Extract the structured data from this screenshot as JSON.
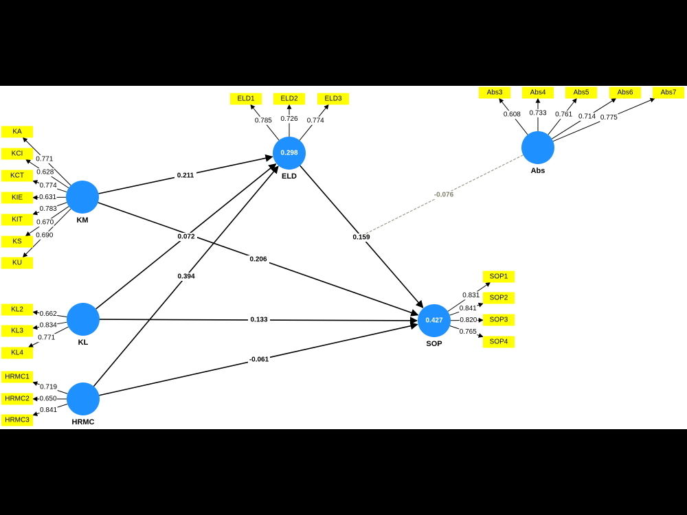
{
  "constructs": [
    {
      "id": "KM",
      "name": "KM",
      "r2": ""
    },
    {
      "id": "KL",
      "name": "KL",
      "r2": ""
    },
    {
      "id": "HRMC",
      "name": "HRMC",
      "r2": ""
    },
    {
      "id": "ELD",
      "name": "ELD",
      "r2": "0.298"
    },
    {
      "id": "SOP",
      "name": "SOP",
      "r2": "0.427"
    },
    {
      "id": "Abs",
      "name": "Abs",
      "r2": ""
    }
  ],
  "indicators": [
    {
      "construct": "KM",
      "name": "KA",
      "loading": "0.771"
    },
    {
      "construct": "KM",
      "name": "KCI",
      "loading": "0.628"
    },
    {
      "construct": "KM",
      "name": "KCT",
      "loading": "0.774"
    },
    {
      "construct": "KM",
      "name": "KIE",
      "loading": "0.631"
    },
    {
      "construct": "KM",
      "name": "KIT",
      "loading": "0.783"
    },
    {
      "construct": "KM",
      "name": "KS",
      "loading": "0.670"
    },
    {
      "construct": "KM",
      "name": "KU",
      "loading": "0.690"
    },
    {
      "construct": "KL",
      "name": "KL2",
      "loading": "0.662"
    },
    {
      "construct": "KL",
      "name": "KL3",
      "loading": "0.834"
    },
    {
      "construct": "KL",
      "name": "KL4",
      "loading": "0.771"
    },
    {
      "construct": "HRMC",
      "name": "HRMC1",
      "loading": "0.719"
    },
    {
      "construct": "HRMC",
      "name": "HRMC2",
      "loading": "0.650"
    },
    {
      "construct": "HRMC",
      "name": "HRMC3",
      "loading": "0.841"
    },
    {
      "construct": "ELD",
      "name": "ELD1",
      "loading": "0.785"
    },
    {
      "construct": "ELD",
      "name": "ELD2",
      "loading": "0.726"
    },
    {
      "construct": "ELD",
      "name": "ELD3",
      "loading": "0.774"
    },
    {
      "construct": "Abs",
      "name": "Abs3",
      "loading": "0.608"
    },
    {
      "construct": "Abs",
      "name": "Abs4",
      "loading": "0.733"
    },
    {
      "construct": "Abs",
      "name": "Abs5",
      "loading": "0.761"
    },
    {
      "construct": "Abs",
      "name": "Abs6",
      "loading": "0.714"
    },
    {
      "construct": "Abs",
      "name": "Abs7",
      "loading": "0.775"
    },
    {
      "construct": "SOP",
      "name": "SOP1",
      "loading": "0.831"
    },
    {
      "construct": "SOP",
      "name": "SOP2",
      "loading": "0.841"
    },
    {
      "construct": "SOP",
      "name": "SOP3",
      "loading": "0.820"
    },
    {
      "construct": "SOP",
      "name": "SOP4",
      "loading": "0.765"
    }
  ],
  "paths": [
    {
      "from": "KM",
      "to": "ELD",
      "coef": "0.211"
    },
    {
      "from": "KM",
      "to": "SOP",
      "coef": "0.206"
    },
    {
      "from": "KL",
      "to": "ELD",
      "coef": "0.072"
    },
    {
      "from": "KL",
      "to": "SOP",
      "coef": "0.133"
    },
    {
      "from": "HRMC",
      "to": "ELD",
      "coef": "0.394"
    },
    {
      "from": "HRMC",
      "to": "SOP",
      "coef": "-0.061"
    },
    {
      "from": "ELD",
      "to": "SOP",
      "coef": "0.159"
    }
  ],
  "moderation": {
    "from": "Abs",
    "coef": "-0.076"
  },
  "colors": {
    "construct_fill": "#1e90ff",
    "indicator_fill": "#ffff00",
    "path_line": "#000000",
    "moderation_line": "#9a9a88"
  }
}
